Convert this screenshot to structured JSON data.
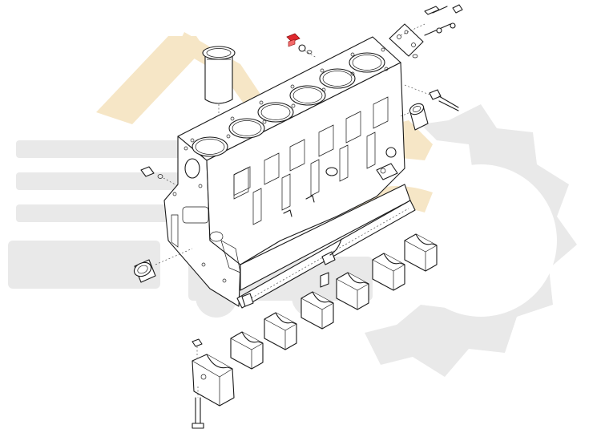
{
  "diagram": {
    "colors": {
      "line": "#1a1a1a",
      "watermark_gray": "#e9e9e9",
      "watermark_orange": "#f6e6c6",
      "highlight": "#e0282e",
      "background": "#ffffff"
    },
    "parts": [
      {
        "id": "cylinder-liner",
        "icon": "cylinder-liner-icon"
      },
      {
        "id": "engine-block",
        "icon": "engine-block-icon"
      },
      {
        "id": "plug-highlighted",
        "icon": "threaded-plug-icon"
      },
      {
        "id": "cover-plate",
        "icon": "cover-plate-icon"
      },
      {
        "id": "stud-bolts",
        "icon": "stud-bolt-icon"
      },
      {
        "id": "camshaft-bushing-right",
        "icon": "bushing-icon"
      },
      {
        "id": "camshaft-bushing-left",
        "icon": "bushing-icon"
      },
      {
        "id": "oil-jet-nozzle",
        "icon": "oil-nozzle-icon"
      },
      {
        "id": "main-bearing-caps",
        "icon": "bearing-cap-icon",
        "count": 7
      },
      {
        "id": "cap-bolt",
        "icon": "bolt-icon"
      }
    ]
  }
}
